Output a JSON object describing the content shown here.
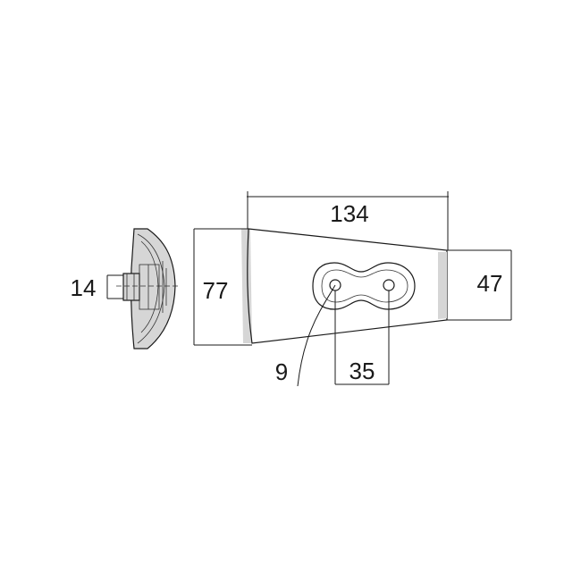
{
  "dimensions": {
    "length": "134",
    "height_large_end": "77",
    "height_small_end": "47",
    "hole_spacing": "35",
    "hole_diameter": "9",
    "thickness": "14"
  },
  "colors": {
    "line": "#1a1a1a",
    "shade": "#d6d6d6",
    "background": "#ffffff"
  }
}
